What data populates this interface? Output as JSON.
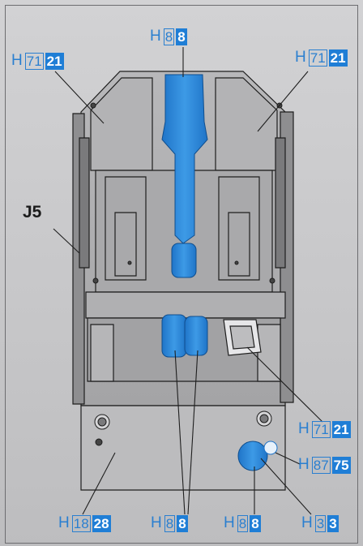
{
  "part_ref_label": "J5",
  "colors": {
    "highlight": "#2a86d6",
    "frame": "#6d6d70",
    "metal": "#9c9c9e"
  },
  "callouts": [
    {
      "id": "c_top",
      "prefix": "H",
      "part": "8",
      "count": "8"
    },
    {
      "id": "c_tl",
      "prefix": "H",
      "part": "71",
      "count": "21"
    },
    {
      "id": "c_tr",
      "prefix": "H",
      "part": "71",
      "count": "21"
    },
    {
      "id": "c_mr",
      "prefix": "H",
      "part": "71",
      "count": "21"
    },
    {
      "id": "c_87",
      "prefix": "H",
      "part": "87",
      "count": "75"
    },
    {
      "id": "c_bl",
      "prefix": "H",
      "part": "18",
      "count": "28"
    },
    {
      "id": "c_b1",
      "prefix": "H",
      "part": "8",
      "count": "8"
    },
    {
      "id": "c_b2",
      "prefix": "H",
      "part": "8",
      "count": "8"
    },
    {
      "id": "c_b3",
      "prefix": "H",
      "part": "3",
      "count": "3"
    }
  ]
}
